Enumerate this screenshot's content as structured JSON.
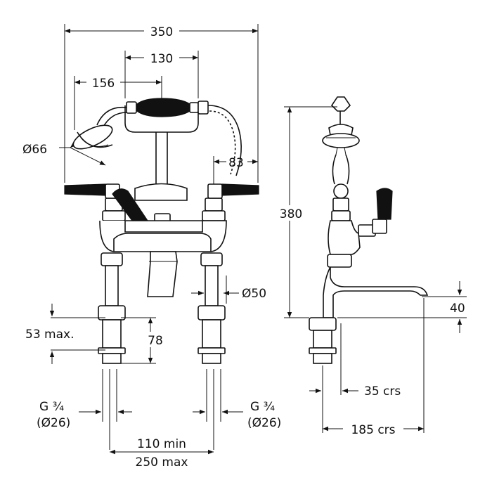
{
  "dimensions": {
    "overall_width": "350",
    "handset_cradle_width": "130",
    "handset_offset": "156",
    "handset_head_diameter": "Ø66",
    "handle_offset": "83",
    "overall_height": "380",
    "leg_diameter": "Ø50",
    "spout_clearance": "40",
    "tail_max": "53 max.",
    "tail_height": "78",
    "thread_left_a": "G ¾",
    "thread_left_b": "(Ø26)",
    "thread_right_a": "G ¾",
    "thread_right_b": "(Ø26)",
    "centres_min": "110 min",
    "centres_max": "250 max",
    "side_centres": "35 crs",
    "spout_reach": "185 crs"
  }
}
